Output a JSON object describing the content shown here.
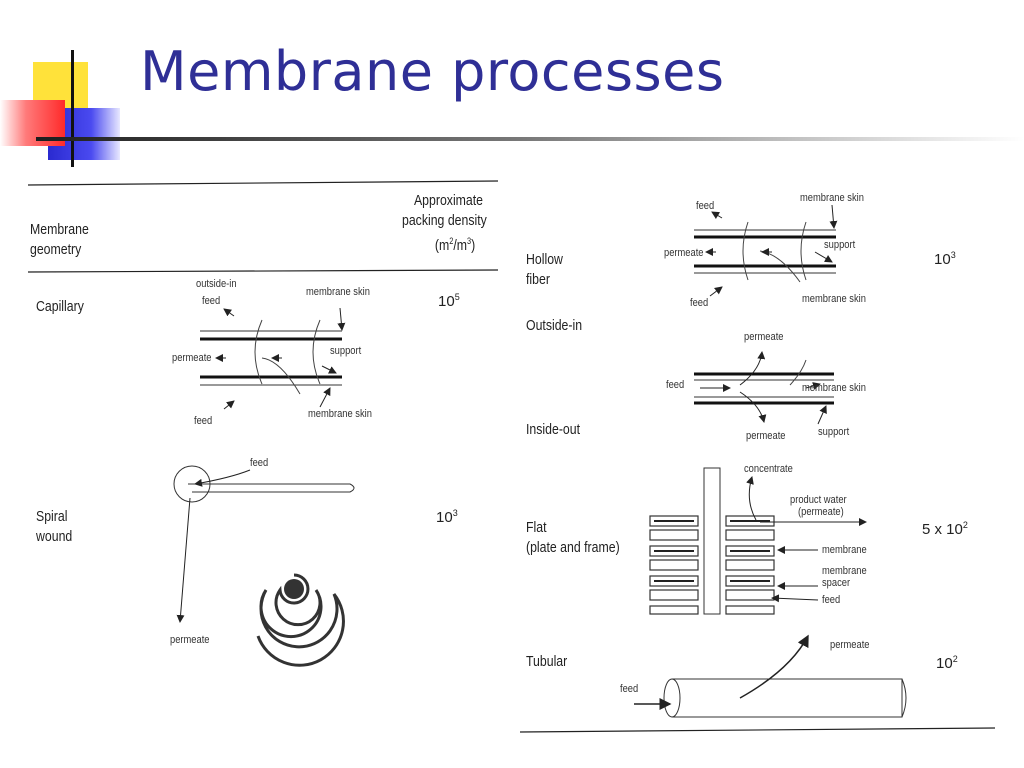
{
  "slide": {
    "title": "Membrane processes"
  },
  "left_table": {
    "header_geometry": [
      "Membrane",
      "geometry"
    ],
    "header_density": [
      "Approximate",
      "packing density"
    ],
    "density_unit": {
      "base": "(m",
      "sup1": "2",
      "mid": "/m",
      "sup2": "3",
      "end": ")"
    },
    "rows": [
      {
        "name": "Capillary",
        "density_base": "10",
        "density_exp": "5",
        "labels": {
          "top_feed_1": "outside-in",
          "top_feed_2": "feed",
          "membrane_skin_top": "membrane skin",
          "permeate": "permeate",
          "support": "support",
          "feed_bottom": "feed",
          "membrane_skin_bottom": "membrane skin"
        }
      },
      {
        "name_lines": [
          "Spiral",
          "wound"
        ],
        "density_base": "10",
        "density_exp": "3",
        "labels": {
          "feed": "feed",
          "permeate": "permeate"
        }
      }
    ]
  },
  "right_table": {
    "rows": [
      {
        "name_lines": [
          "Hollow",
          "fiber"
        ],
        "density_base": "10",
        "density_exp": "3",
        "labels": {
          "feed_top": "feed",
          "membrane_skin_top": "membrane skin",
          "permeate": "permeate",
          "support": "support",
          "feed_bottom": "feed",
          "membrane_skin_bottom": "membrane skin"
        }
      },
      {
        "name": "Outside-in"
      },
      {
        "name": "Inside-out",
        "labels": {
          "permeate_top": "permeate",
          "feed": "feed",
          "membrane_skin": "membrane skin",
          "permeate_bottom": "permeate",
          "support": "support"
        }
      },
      {
        "name_lines": [
          "Flat",
          "(plate and frame)"
        ],
        "density_prefix": "5 x 10",
        "density_exp": "2",
        "labels": {
          "concentrate": "concentrate",
          "product_water_1": "product water",
          "product_water_2": "(permeate)",
          "membrane": "membrane",
          "membrane_spacer_1": "membrane",
          "membrane_spacer_2": "spacer",
          "feed": "feed"
        }
      },
      {
        "name": "Tubular",
        "density_base": "10",
        "density_exp": "2",
        "labels": {
          "permeate": "permeate",
          "feed": "feed"
        }
      }
    ]
  }
}
